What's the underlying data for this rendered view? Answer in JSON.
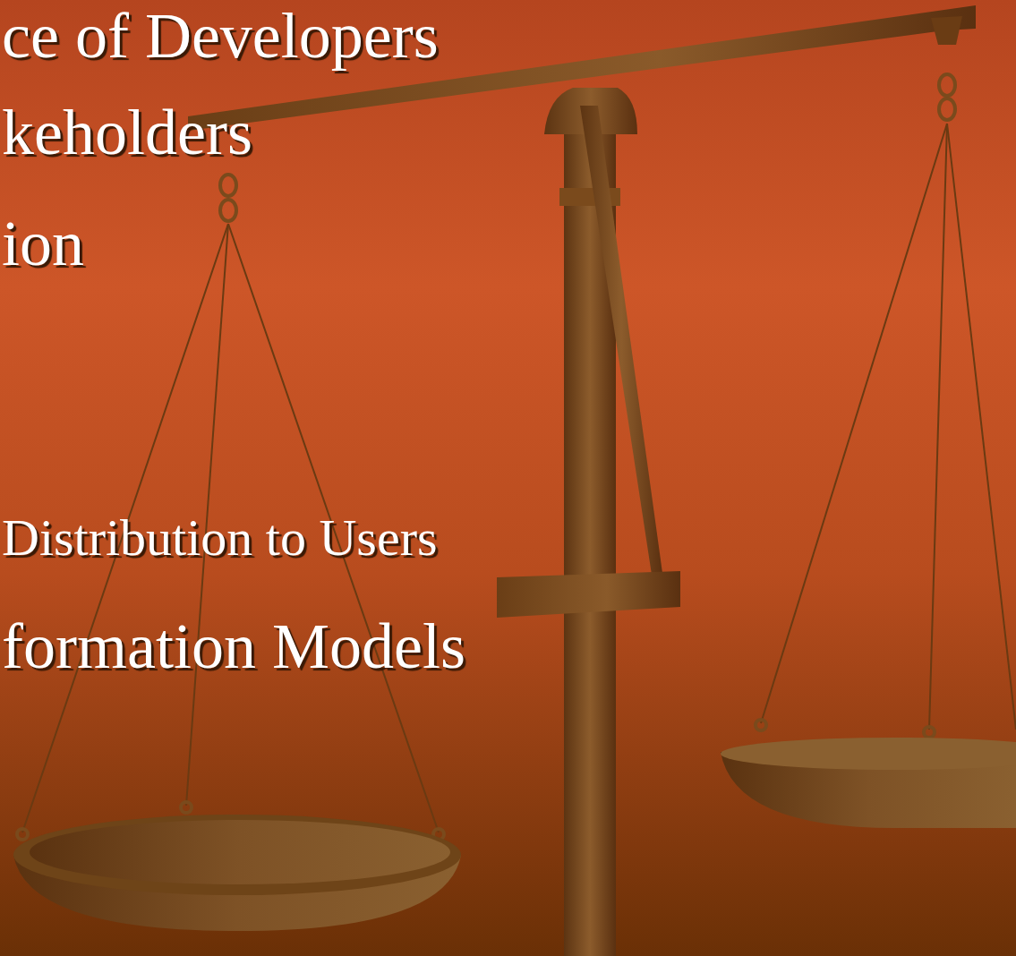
{
  "diagram": {
    "labels": [
      "ce of Developers",
      "keholders",
      "ion",
      "Distribution to Users",
      "formation Models"
    ]
  }
}
